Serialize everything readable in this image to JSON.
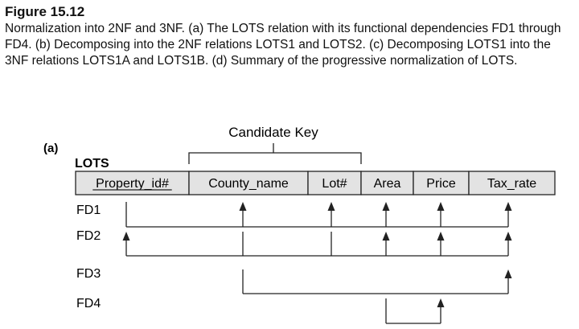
{
  "figure": {
    "title": "Figure 15.12",
    "caption": "Normalization into 2NF and 3NF. (a) The LOTS relation with its functional dependencies FD1 through FD4. (b) Decomposing into the 2NF relations LOTS1 and LOTS2. (c) Decomposing LOTS1 into the 3NF relations LOTS1A and LOTS1B. (d) Summary of the progressive normalization of LOTS."
  },
  "diagram": {
    "part_label": "(a)",
    "relation_name": "LOTS",
    "candidate_key_label": "Candidate Key",
    "attributes": [
      {
        "name": "Property_id#",
        "primary_key": true
      },
      {
        "name": "County_name",
        "primary_key": false
      },
      {
        "name": "Lot#",
        "primary_key": false
      },
      {
        "name": "Area",
        "primary_key": false
      },
      {
        "name": "Price",
        "primary_key": false
      },
      {
        "name": "Tax_rate",
        "primary_key": false
      }
    ],
    "candidate_key": [
      1,
      2
    ],
    "functional_dependencies": [
      {
        "label": "FD1",
        "lhs": [
          0
        ],
        "rhs": [
          1,
          2,
          3,
          4,
          5
        ]
      },
      {
        "label": "FD2",
        "lhs": [
          1,
          2
        ],
        "rhs": [
          0,
          3,
          4,
          5
        ]
      },
      {
        "label": "FD3",
        "lhs": [
          1
        ],
        "rhs": [
          5
        ]
      },
      {
        "label": "FD4",
        "lhs": [
          3
        ],
        "rhs": [
          4
        ]
      }
    ],
    "colors": {
      "cell_fill": "#e3e3e3",
      "line": "#222222"
    }
  }
}
